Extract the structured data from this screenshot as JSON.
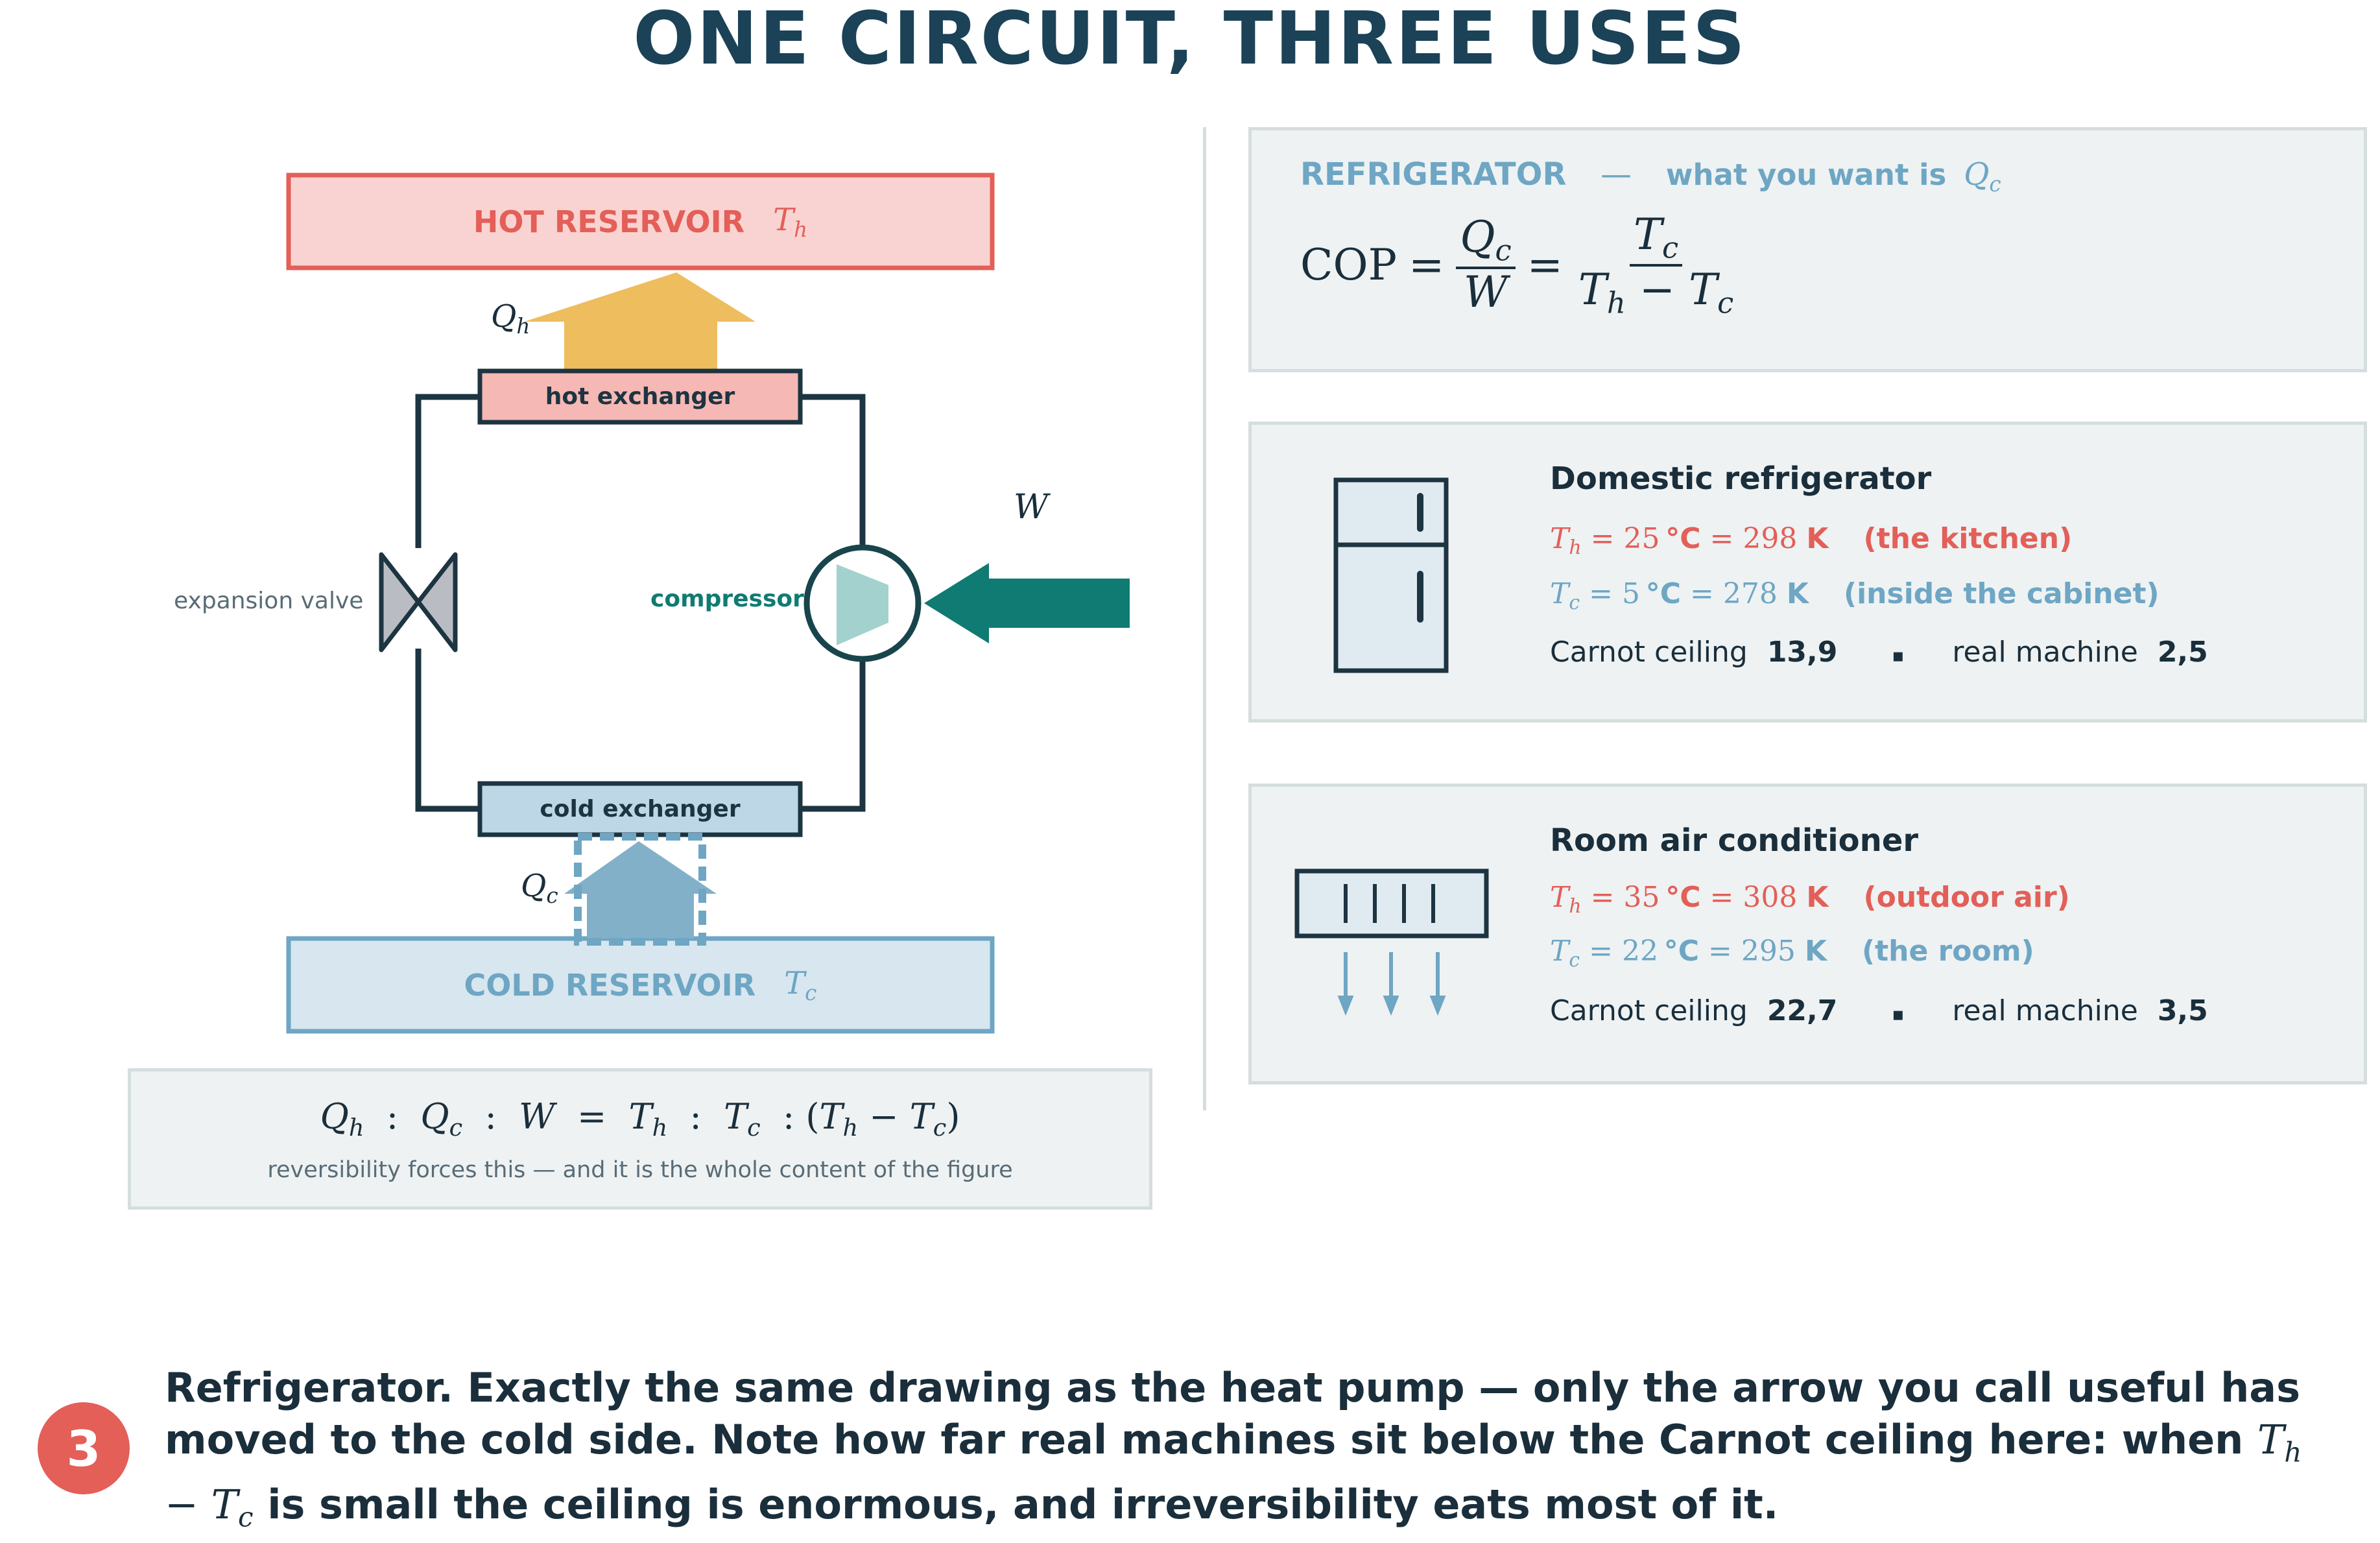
{
  "title": "ONE CIRCUIT, THREE USES",
  "diagram": {
    "hot_reservoir": {
      "label": "HOT RESERVOIR",
      "symbol": "T",
      "symbol_sub": "h"
    },
    "cold_reservoir": {
      "label": "COLD RESERVOIR",
      "symbol": "T",
      "symbol_sub": "c"
    },
    "hot_exchanger": "hot exchanger",
    "cold_exchanger": "cold exchanger",
    "expansion_valve": "expansion valve",
    "compressor": "compressor",
    "qh_label": {
      "symbol": "Q",
      "sub": "h"
    },
    "qc_label": {
      "symbol": "Q",
      "sub": "c"
    },
    "w_label": "W",
    "colors": {
      "hot": "#e35f58",
      "hot_fill": "#f9d3d1",
      "cold": "#6ea6c4",
      "cold_fill": "#d7e6ef",
      "heat_arrow": "#edbd5e",
      "cold_arrow": "#83b0c9",
      "work_arrow": "#0f7b73",
      "pipe": "#1d3441"
    }
  },
  "ratio_box": {
    "caption": "reversibility forces this — and it is the whole content of the figure"
  },
  "refrigerator_panel": {
    "title": "REFRIGERATOR",
    "dash": "—",
    "subtitle": "what you want is",
    "formula_lhs": "COP"
  },
  "cards": [
    {
      "title": "Domestic refrigerator",
      "th_value": "25",
      "th_kelvin": "298",
      "th_note": "(the kitchen)",
      "tc_value": "5",
      "tc_kelvin": "278",
      "tc_note": "(inside the cabinet)",
      "carnot_label": "Carnot ceiling",
      "carnot_value": "13,9",
      "real_label": "real machine",
      "real_value": "2,5"
    },
    {
      "title": "Room air conditioner",
      "th_value": "35",
      "th_kelvin": "308",
      "th_note": "(outdoor air)",
      "tc_value": "22",
      "tc_kelvin": "295",
      "tc_note": "(the room)",
      "carnot_label": "Carnot ceiling",
      "carnot_value": "22,7",
      "real_label": "real machine",
      "real_value": "3,5"
    }
  ],
  "units": {
    "celsius": "°C",
    "kelvin": "K",
    "separator": "▪"
  },
  "badge": "3",
  "caption": {
    "part1": "Refrigerator.  Exactly the same drawing as the heat pump — only the arrow you call useful has moved to the cold side.  Note how far real machines sit below the Carnot ceiling here:  when",
    "part2": "is small the ceiling is enormous, and irreversibility eats most of it."
  }
}
